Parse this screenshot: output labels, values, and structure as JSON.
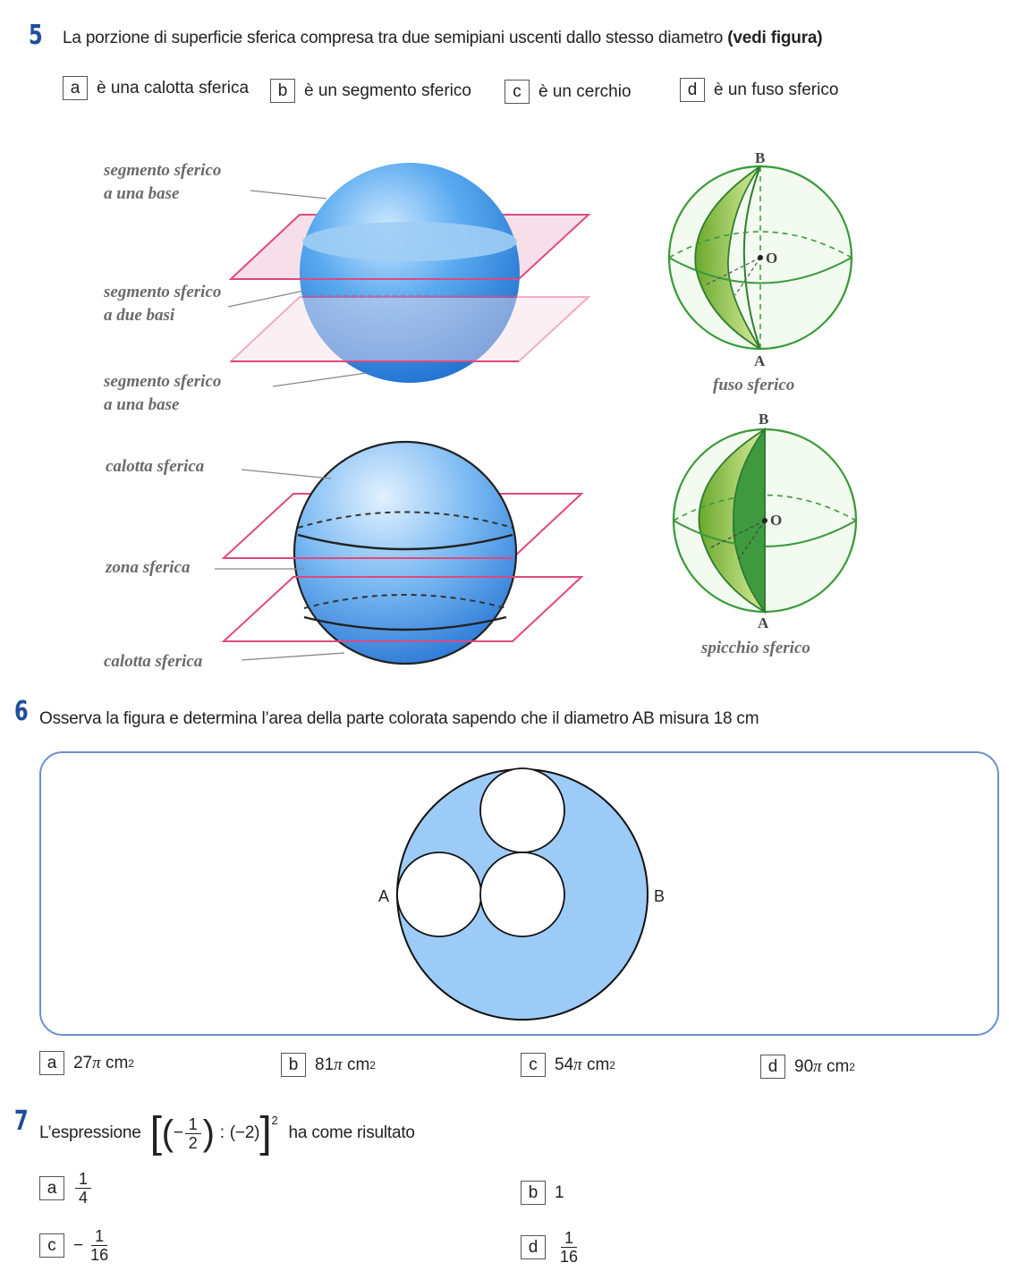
{
  "q5": {
    "number": "5",
    "text": "La porzione di superficie sferica compresa tra due semipiani uscenti dallo stesso diametro",
    "text_bold": "(vedi figura)",
    "options": [
      {
        "letter": "a",
        "text": "è una calotta sferica"
      },
      {
        "letter": "b",
        "text": "è un segmento sferico"
      },
      {
        "letter": "c",
        "text": "è un cerchio"
      },
      {
        "letter": "d",
        "text": "è un fuso sferico"
      }
    ],
    "figure": {
      "labels": {
        "seg1_line1": "segmento sferico",
        "seg1_line2": "a una base",
        "seg2_line1": "segmento sferico",
        "seg2_line2": "a due basi",
        "seg3_line1": "segmento sferico",
        "seg3_line2": "a una base",
        "calotta_top": "calotta sferica",
        "zona": "zona sferica",
        "calotta_bottom": "calotta sferica",
        "fuso_caption": "fuso sferico",
        "spicchio_caption": "spicchio sferico"
      },
      "points": {
        "top": "B",
        "center": "O",
        "bottom": "A"
      },
      "colors": {
        "sphere": "#3b8ee6",
        "plane": "#e0487d",
        "green": "#3a9a3a",
        "fill_green": "#9bcf5a"
      }
    }
  },
  "q6": {
    "number": "6",
    "text": "Osserva la figura e determina l’area della parte colorata sapendo che il diametro AB misura 18 cm",
    "figure": {
      "left_label": "A",
      "right_label": "B",
      "fill_color": "#9dcbf7"
    },
    "options": [
      {
        "letter": "a",
        "value": "27",
        "pi": "π",
        "unit": "cm",
        "exp": "2"
      },
      {
        "letter": "b",
        "value": "81",
        "pi": "π",
        "unit": "cm",
        "exp": "2"
      },
      {
        "letter": "c",
        "value": "54",
        "pi": "π",
        "unit": "cm",
        "exp": "2"
      },
      {
        "letter": "d",
        "value": "90",
        "pi": "π",
        "unit": "cm",
        "exp": "2"
      }
    ]
  },
  "q7": {
    "number": "7",
    "prefix": "L’espressione",
    "expr": {
      "open_sq": "[",
      "open_par": "(",
      "minus": "−",
      "num": "1",
      "den": "2",
      "close_par": ")",
      "colon": ":",
      "neg_two": "(−2)",
      "close_sq": "]",
      "exp": "2"
    },
    "suffix": "ha come risultato",
    "options": [
      {
        "letter": "a",
        "sign": "",
        "num": "1",
        "den": "4"
      },
      {
        "letter": "b",
        "value": "1"
      },
      {
        "letter": "c",
        "sign": "−",
        "num": "1",
        "den": "16"
      },
      {
        "letter": "d",
        "sign": "",
        "num": "1",
        "den": "16"
      }
    ]
  }
}
